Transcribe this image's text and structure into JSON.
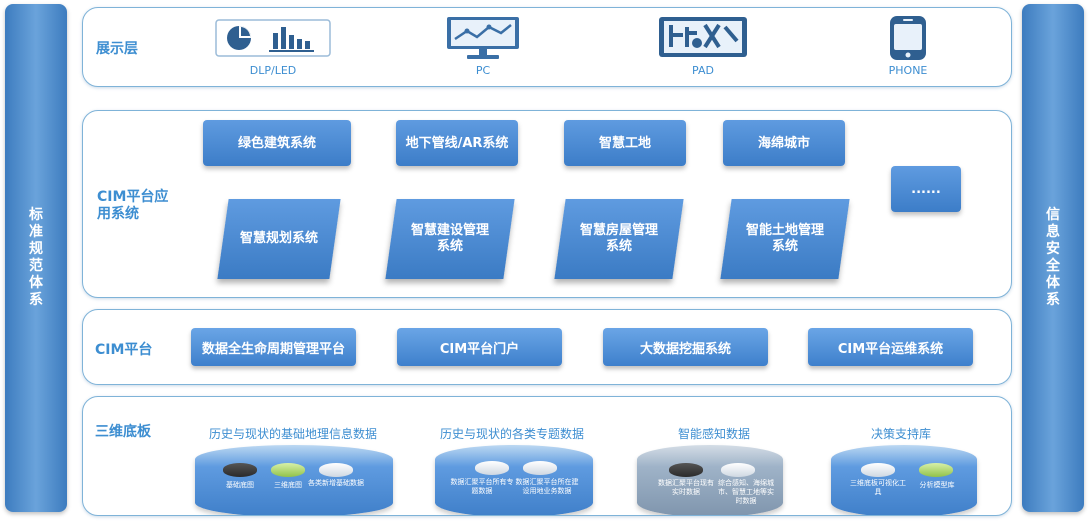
{
  "left_bar": "标准规范体系",
  "right_bar": "信息安全体系",
  "display_layer": {
    "title": "展示层",
    "devices": [
      {
        "icon": "dlp-led-icon",
        "label": "DLP/LED"
      },
      {
        "icon": "pc-monitor-icon",
        "label": "PC"
      },
      {
        "icon": "pad-map-icon",
        "label": "PAD"
      },
      {
        "icon": "phone-icon",
        "label": "PHONE"
      }
    ]
  },
  "app_layer": {
    "title": "CIM平台应用系统",
    "top_row": [
      "绿色建筑系统",
      "地下管线/AR系统",
      "智慧工地",
      "海绵城市"
    ],
    "more": "......",
    "bottom_row": [
      "智慧规划系统",
      "智慧建设管理系统",
      "智慧房屋管理系统",
      "智能土地管理系统"
    ]
  },
  "cim_layer": {
    "title": "CIM平台",
    "items": [
      "数据全生命周期管理平台",
      "CIM平台门户",
      "大数据挖掘系统",
      "CIM平台运维系统"
    ]
  },
  "base_layer": {
    "title": "三维底板",
    "groups": [
      {
        "title": "历史与现状的基础地理信息数据",
        "items": [
          "基础底图",
          "三维底图",
          "各类新增基础数据"
        ]
      },
      {
        "title": "历史与现状的各类专题数据",
        "items": [
          "数据汇聚平台所有专题数据",
          "数据汇聚平台所在建设用地业务数据"
        ]
      },
      {
        "title": "智能感知数据",
        "items": [
          "数据汇聚平台现有实时数据",
          "综合感知、海绵城市、智慧工地等实时数据"
        ]
      },
      {
        "title": "决策支持库",
        "items": [
          "三维底板可视化工具",
          "分析模型库"
        ]
      }
    ]
  },
  "colors": {
    "accent": "#3d8ed1",
    "box": "#4a8bd6",
    "border": "#7fb3d8"
  }
}
